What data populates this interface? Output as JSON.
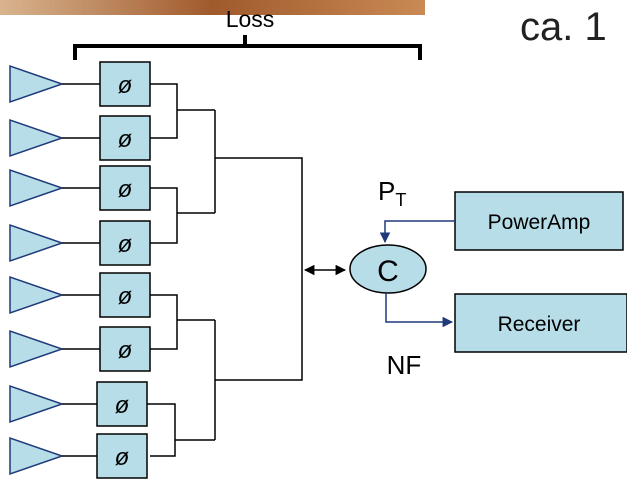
{
  "header": {
    "loss_label": "Loss",
    "corner_text": "ca. 1"
  },
  "phase_shifter_symbol": "ø",
  "elements": [
    {
      "id": "1"
    },
    {
      "id": "2"
    },
    {
      "id": "3"
    },
    {
      "id": "4"
    },
    {
      "id": "5"
    },
    {
      "id": "6"
    },
    {
      "id": "7"
    },
    {
      "id": "8"
    }
  ],
  "circulator": {
    "label": "C"
  },
  "power_amp": {
    "label": "PowerAmp"
  },
  "receiver": {
    "label": "Receiver"
  },
  "pt_label": {
    "main": "P",
    "sub": "T"
  },
  "nf_label": "NF",
  "colors": {
    "box_fill": "#b7dde8",
    "stroke": "#000000",
    "arrow": "#1f3a7a",
    "photo_top": "#a05a2c"
  }
}
